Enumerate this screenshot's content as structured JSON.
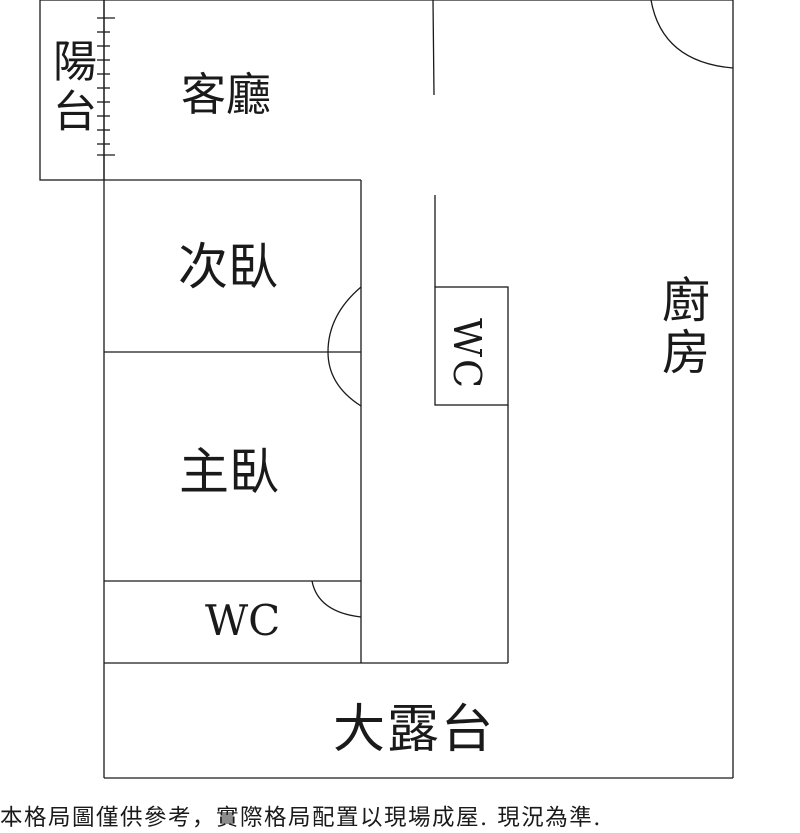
{
  "rooms": {
    "balcony": "陽台",
    "living_room": "客廳",
    "second_bedroom": "次臥",
    "master_bedroom": "主臥",
    "wc_upper": "WC",
    "wc_lower": "WC",
    "kitchen": "廚房",
    "terrace": "大露台"
  },
  "disclaimer": "本格局圖僅供參考，實際格局配置以現場成屋. 現況為準."
}
